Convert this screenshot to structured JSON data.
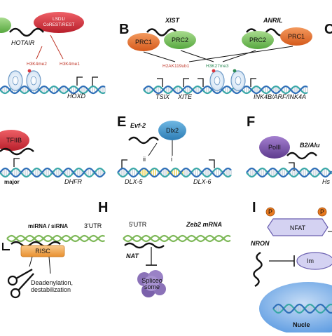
{
  "panels": {
    "A": {
      "letter": "",
      "hotair": "HOTAIR",
      "lsd1": "LSD1/\nCoREST/REST",
      "h3k4me2": "H3K4me2",
      "h3k4me1": "H3K4me1",
      "gene": "HOXD"
    },
    "B": {
      "letter": "B",
      "xist": "XIST",
      "anril": "ANRIL",
      "prc1": "PRC1",
      "prc2": "PRC2",
      "h2a": "H2AK119ub1",
      "h3k27": "H3K27me3",
      "tsix": "TSIX",
      "xite": "XITE",
      "ink": "INK4B/ARF/INK4A"
    },
    "C": {
      "letter": "C"
    },
    "D": {
      "letter": "",
      "tfiib": "TFIIB",
      "major": "major",
      "gene": "DHFR"
    },
    "E": {
      "letter": "E",
      "evf2": "Evf-2",
      "dlx2": "Dlx2",
      "ii": "ii",
      "i": "i",
      "dlx5": "DLX-5",
      "dlx6": "DLX-6"
    },
    "F": {
      "letter": "F",
      "polii": "PolII",
      "b2alu": "B2/Alu",
      "gene": "Hs"
    },
    "G": {
      "letter": "",
      "mirna": "miRNA / siRNA",
      "utr3": "3'UTR",
      "risc": "RISC",
      "deadenyl": "Deadenylation,",
      "destab": "destabilization"
    },
    "H": {
      "letter": "H",
      "utr5": "5'UTR",
      "zeb2": "Zeb2 mRNA",
      "nat": "NAT",
      "spliceo1": "Spliceo",
      "spliceo2": "some"
    },
    "I": {
      "letter": "I",
      "nfat": "NFAT",
      "p": "P",
      "nron": "NRON",
      "imp": "Im",
      "nucleus": "Nucle"
    }
  },
  "colors": {
    "prc1": "#e0682a",
    "prc2": "#6cbf55",
    "lsd1": "#d9363e",
    "tfiib": "#c0283a",
    "dlx2": "#3a8fc4",
    "polii": "#7a4fa5",
    "nfat": "#d4d2f2",
    "p": "#e8791f",
    "risc": "#f2a64b",
    "spliceosome": "#8b72b8",
    "nucleus": "#7fb3ea",
    "dna_teal": "#3aa8a8",
    "dna_blue": "#2e6fb8",
    "dna_yellow": "#e8c82a"
  }
}
